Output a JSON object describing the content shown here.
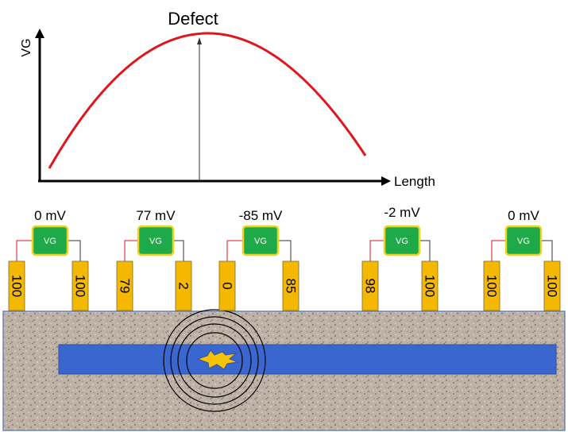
{
  "graph": {
    "title": "Defect",
    "y_axis_label": "VG",
    "x_axis_label": "Length",
    "curve_color": "#e0161c"
  },
  "colors": {
    "electrode": "#f5b800",
    "voltmeter": "#1faa4a",
    "voltmeter_border": "#f1d21e",
    "pipe": "#3a66cf",
    "defect": "#f5c400",
    "soil": "#bdb2a5"
  },
  "voltmeters": [
    {
      "reading": "0 mV",
      "label": "VG",
      "left_value": "100",
      "right_value": "100"
    },
    {
      "reading": "77 mV",
      "label": "VG",
      "left_value": "79",
      "right_value": "2"
    },
    {
      "reading": "-85 mV",
      "label": "VG",
      "left_value": "0",
      "right_value": "85"
    },
    {
      "reading": "-2 mV",
      "label": "VG",
      "left_value": "98",
      "right_value": "100"
    },
    {
      "reading": "0 mV",
      "label": "VG",
      "left_value": "100",
      "right_value": "100"
    }
  ]
}
